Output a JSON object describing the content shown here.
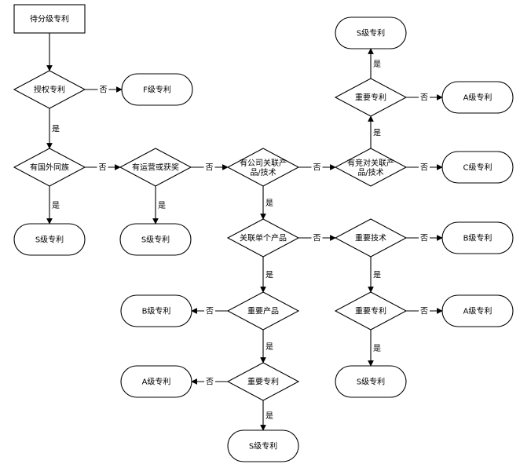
{
  "nodes": {
    "start": {
      "text": "待分级专利"
    },
    "d_auth": {
      "text": "授权专利"
    },
    "r_f": {
      "text": "F级专利"
    },
    "d_foreign": {
      "text": "有国外同族"
    },
    "r_s1": {
      "text": "S级专利"
    },
    "d_award": {
      "text": "有运营或获奖"
    },
    "r_s2": {
      "text": "S级专利"
    },
    "d_company": {
      "text": "有公司关联产品/技术"
    },
    "d_single": {
      "text": "关联单个产品"
    },
    "d_prod1": {
      "text": "重要产品"
    },
    "r_b1": {
      "text": "B级专利"
    },
    "d_prod2": {
      "text": "重要专利"
    },
    "r_a1": {
      "text": "A级专利"
    },
    "r_s3": {
      "text": "S级专利"
    },
    "d_compet": {
      "text": "有竞对关联产品/技术"
    },
    "r_c": {
      "text": "C级专利"
    },
    "d_imp_top": {
      "text": "重要专利"
    },
    "r_s_top": {
      "text": "S级专利"
    },
    "r_a_top": {
      "text": "A级专利"
    },
    "d_tech": {
      "text": "重要技术"
    },
    "r_b2": {
      "text": "B级专利"
    },
    "d_imp_r": {
      "text": "重要专利"
    },
    "r_a2": {
      "text": "A级专利"
    },
    "r_s4": {
      "text": "S级专利"
    }
  },
  "labels": {
    "yes": "是",
    "no": "否"
  }
}
